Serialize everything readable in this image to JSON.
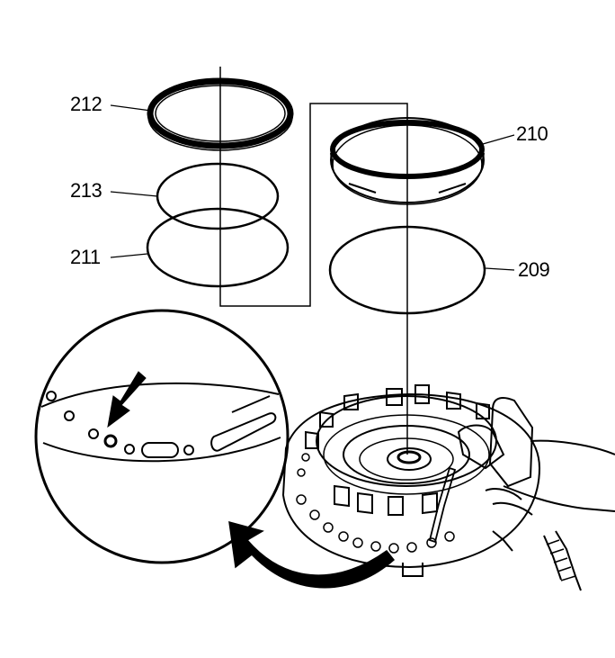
{
  "callouts": {
    "c212": "212",
    "c213": "213",
    "c211": "211",
    "c210": "210",
    "c209": "209"
  },
  "colors": {
    "ink": "#000000",
    "paper": "#ffffff"
  }
}
